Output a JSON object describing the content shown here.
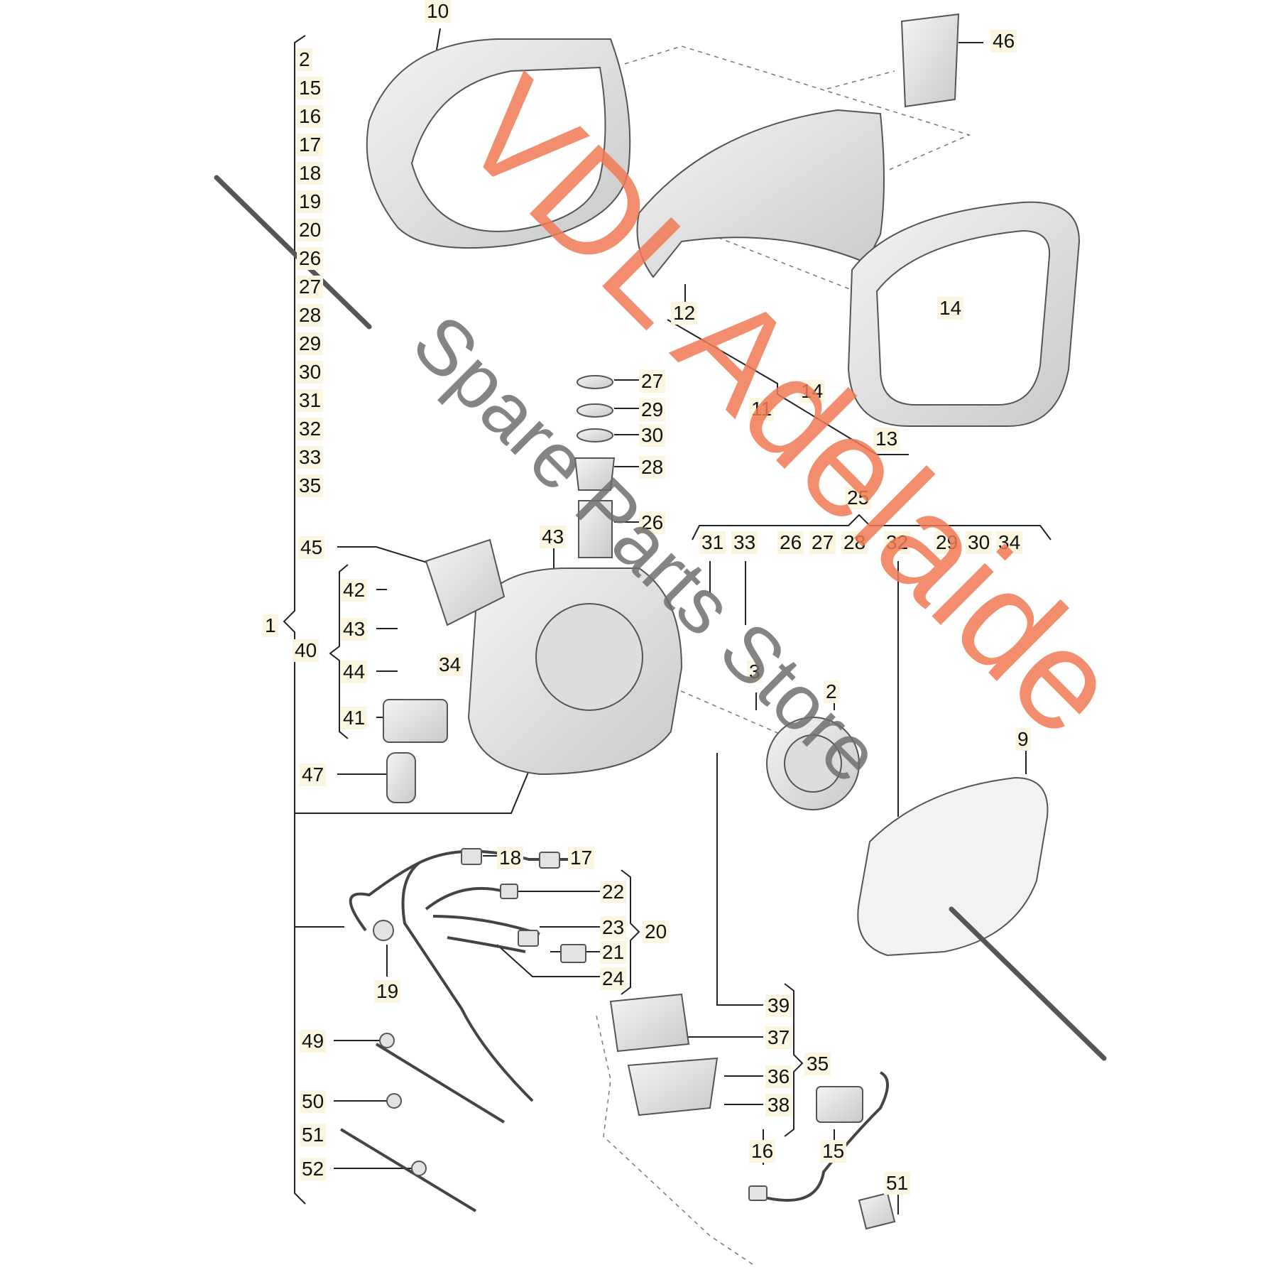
{
  "diagram": {
    "left_column_numbers": [
      "2",
      "15",
      "16",
      "17",
      "18",
      "19",
      "20",
      "26",
      "27",
      "28",
      "29",
      "30",
      "31",
      "32",
      "33",
      "35"
    ],
    "callouts": {
      "c10": "10",
      "c46": "46",
      "c12": "12",
      "c14a": "14",
      "c14b": "14",
      "c11": "11",
      "c13": "13",
      "c27": "27",
      "c29": "29",
      "c30": "30",
      "c28": "28",
      "c26": "26",
      "c25": "25",
      "r31": "31",
      "r33": "33",
      "r26": "26",
      "r27": "27",
      "r28": "28",
      "r32": "32",
      "r29": "29",
      "r30": "30",
      "r34": "34",
      "c45": "45",
      "c43a": "43",
      "c42": "42",
      "c43b": "43",
      "c1": "1",
      "c40": "40",
      "c44": "44",
      "c34": "34",
      "c41": "41",
      "c47": "47",
      "c3": "3",
      "c2": "2",
      "c9": "9",
      "c18": "18",
      "c17": "17",
      "c22": "22",
      "c23": "23",
      "c20": "20",
      "c21": "21",
      "c24": "24",
      "c19": "19",
      "c39": "39",
      "c37": "37",
      "c35": "35",
      "c36": "36",
      "c38": "38",
      "c16": "16",
      "c15": "15",
      "c51b": "51",
      "c49": "49",
      "c50": "50",
      "c51": "51",
      "c52": "52"
    }
  },
  "watermark": {
    "line1": "VDL Adelaide",
    "line2": "Spare Parts Store",
    "color1": "#f07a55",
    "color2": "#6e6e6e"
  },
  "colors": {
    "part_fill": "#e9e9e9",
    "part_stroke": "#555555",
    "line": "#222222",
    "label_bg": "#fbf6df"
  }
}
